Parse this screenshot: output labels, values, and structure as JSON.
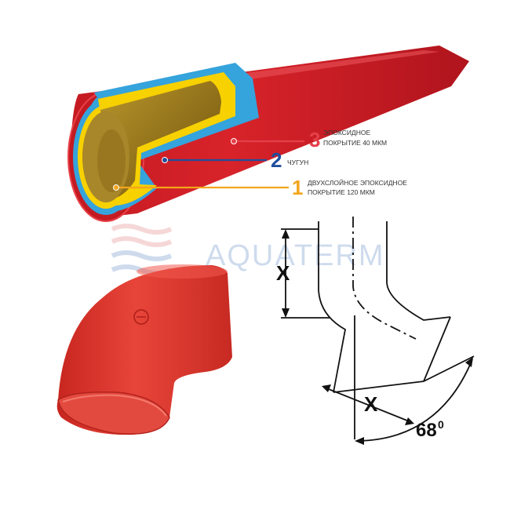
{
  "colors": {
    "pipe_outer": "#d8232a",
    "pipe_dark": "#a3141c",
    "layer_blue": "#35a3dc",
    "layer_yellow": "#f7d100",
    "inner_olive": "#9a7a20",
    "label_red": "#e5404a",
    "label_blue": "#1f4e9c",
    "label_orange": "#f3a51d",
    "watermark": "#a7bfe0",
    "watermark_red": "#f0b7b7",
    "elbow": "#e0332e",
    "drawing_line": "#111111"
  },
  "labels": [
    {
      "number": "3",
      "line1": "ЭПОКСИДНОЕ",
      "line2": "ПОКРЫТИЕ 40 МКМ",
      "color_key": "label_red"
    },
    {
      "number": "2",
      "line1": "ЧУГУН",
      "line2": "",
      "color_key": "label_blue"
    },
    {
      "number": "1",
      "line1": "ДВУХСЛОЙНОЕ ЭПОКСИДНОЕ",
      "line2": "ПОКРЫТИЕ 120 МКМ",
      "color_key": "label_orange"
    }
  ],
  "watermark": {
    "text": "AQUATERM"
  },
  "drawing": {
    "dimension_vertical": "X",
    "dimension_diagonal": "X",
    "angle_value": "68",
    "angle_unit": "0"
  }
}
